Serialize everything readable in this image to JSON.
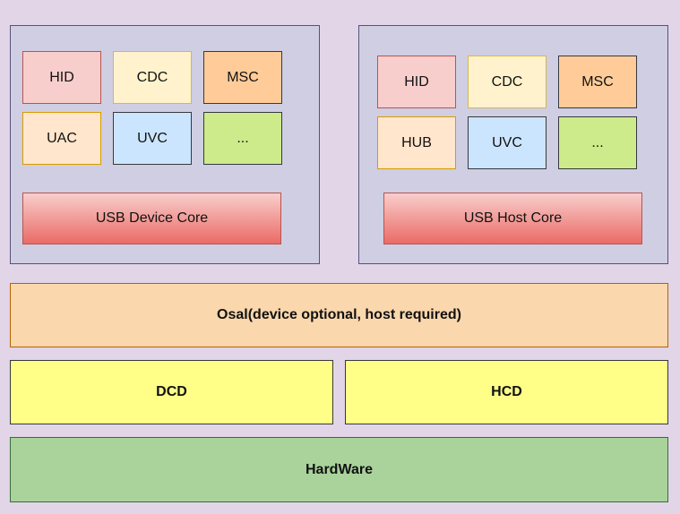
{
  "device": {
    "modules": [
      "HID",
      "CDC",
      "MSC",
      "UAC",
      "UVC",
      "..."
    ],
    "core_label": "USB Device Core"
  },
  "host": {
    "modules": [
      "HID",
      "CDC",
      "MSC",
      "HUB",
      "UVC",
      "..."
    ],
    "core_label": "USB Host Core"
  },
  "layers": {
    "osal": "Osal(device optional, host required)",
    "dcd": "DCD",
    "hcd": "HCD",
    "hardware": "HardWare"
  },
  "colors": {
    "background": "#e1d5e7",
    "panel": "#d0cee2",
    "core_gradient_top": "#f8cecc",
    "core_gradient_bottom": "#ea6b66",
    "osal": "#fad7ac",
    "controller": "#ffff88",
    "hardware": "#a9d39b"
  }
}
